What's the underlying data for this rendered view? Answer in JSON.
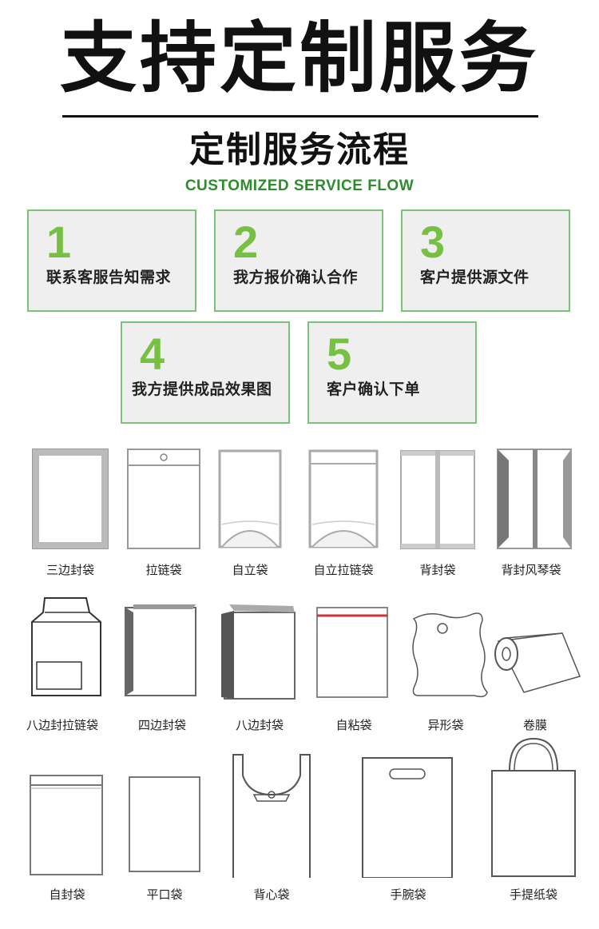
{
  "header": {
    "title": "支持定制服务",
    "subtitle": "定制服务流程",
    "subtitle_en": "CUSTOMIZED SERVICE FLOW"
  },
  "steps": [
    {
      "num": "1",
      "label": "联系客服告知需求"
    },
    {
      "num": "2",
      "label": "我方报价确认合作"
    },
    {
      "num": "3",
      "label": "客户提供源文件"
    },
    {
      "num": "4",
      "label": "我方提供成品效果图"
    },
    {
      "num": "5",
      "label": "客户确认下单"
    }
  ],
  "bag_types": [
    {
      "label": "三边封袋",
      "icon": "three-side-seal-bag-icon"
    },
    {
      "label": "拉链袋",
      "icon": "zipper-bag-icon"
    },
    {
      "label": "自立袋",
      "icon": "stand-up-pouch-icon"
    },
    {
      "label": "自立拉链袋",
      "icon": "stand-up-zipper-pouch-icon"
    },
    {
      "label": "背封袋",
      "icon": "back-seal-bag-icon"
    },
    {
      "label": "背封风琴袋",
      "icon": "back-seal-gusset-bag-icon"
    },
    {
      "label": "八边封拉链袋",
      "icon": "eight-side-zipper-bag-icon"
    },
    {
      "label": "四边封袋",
      "icon": "four-side-seal-bag-icon"
    },
    {
      "label": "八边封袋",
      "icon": "eight-side-seal-bag-icon"
    },
    {
      "label": "自粘袋",
      "icon": "self-adhesive-bag-icon"
    },
    {
      "label": "异形袋",
      "icon": "shaped-bag-icon"
    },
    {
      "label": "卷膜",
      "icon": "roll-film-icon"
    },
    {
      "label": "自封袋",
      "icon": "self-seal-bag-icon"
    },
    {
      "label": "平口袋",
      "icon": "flat-bag-icon"
    },
    {
      "label": "背心袋",
      "icon": "vest-bag-icon"
    },
    {
      "label": "手腕袋",
      "icon": "die-cut-handle-bag-icon"
    },
    {
      "label": "手提纸袋",
      "icon": "paper-handbag-icon"
    }
  ],
  "colors": {
    "accent_green": "#78c043",
    "flow_green": "#2e8b2e",
    "step_border": "#7bc37b",
    "step_bg": "#efefef"
  }
}
